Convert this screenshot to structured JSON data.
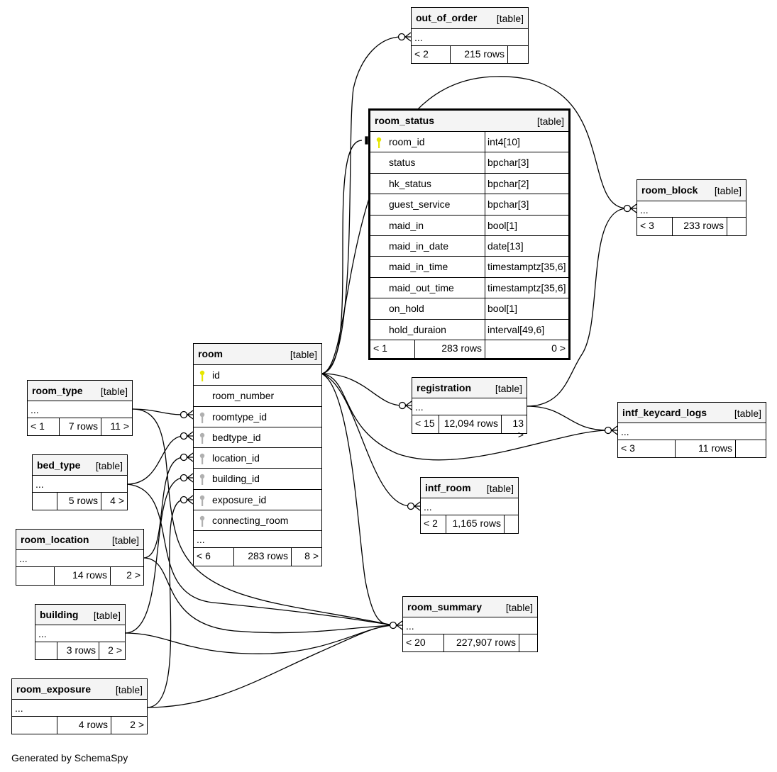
{
  "key_colors": {
    "primary_key": "#e6e600",
    "foreign_key": "#b0b0b0"
  },
  "tables": [
    {
      "id": "out_of_order",
      "name": "out_of_order",
      "kind": "[table]",
      "columns": [],
      "footer": {
        "parents": "< 2",
        "rows": "215 rows",
        "children": ""
      }
    },
    {
      "id": "room_status",
      "name": "room_status",
      "kind": "[table]",
      "focus": true,
      "columns": [
        {
          "name": "room_id",
          "type": "int4[10]",
          "key": "primary"
        },
        {
          "name": "status",
          "type": "bpchar[3]",
          "key": ""
        },
        {
          "name": "hk_status",
          "type": "bpchar[2]",
          "key": ""
        },
        {
          "name": "guest_service",
          "type": "bpchar[3]",
          "key": ""
        },
        {
          "name": "maid_in",
          "type": "bool[1]",
          "key": ""
        },
        {
          "name": "maid_in_date",
          "type": "date[13]",
          "key": ""
        },
        {
          "name": "maid_in_time",
          "type": "timestamptz[35,6]",
          "key": ""
        },
        {
          "name": "maid_out_time",
          "type": "timestamptz[35,6]",
          "key": ""
        },
        {
          "name": "on_hold",
          "type": "bool[1]",
          "key": ""
        },
        {
          "name": "hold_duraion",
          "type": "interval[49,6]",
          "key": ""
        }
      ],
      "footer": {
        "parents": "< 1",
        "rows": "283 rows",
        "children": "0 >"
      }
    },
    {
      "id": "room_block",
      "name": "room_block",
      "kind": "[table]",
      "columns": [],
      "footer": {
        "parents": "< 3",
        "rows": "233 rows",
        "children": ""
      }
    },
    {
      "id": "room",
      "name": "room",
      "kind": "[table]",
      "columns": [
        {
          "name": "id",
          "key": "primary"
        },
        {
          "name": "room_number",
          "key": ""
        },
        {
          "name": "roomtype_id",
          "key": "foreign"
        },
        {
          "name": "bedtype_id",
          "key": "foreign"
        },
        {
          "name": "location_id",
          "key": "foreign"
        },
        {
          "name": "building_id",
          "key": "foreign"
        },
        {
          "name": "exposure_id",
          "key": "foreign"
        },
        {
          "name": "connecting_room",
          "key": "foreign"
        }
      ],
      "more": "...",
      "footer": {
        "parents": "< 6",
        "rows": "283 rows",
        "children": "8 >"
      }
    },
    {
      "id": "registration",
      "name": "registration",
      "kind": "[table]",
      "columns": [],
      "footer": {
        "parents": "< 15",
        "rows": "12,094 rows",
        "children": "13 >"
      }
    },
    {
      "id": "intf_keycard_logs",
      "name": "intf_keycard_logs",
      "kind": "[table]",
      "columns": [],
      "footer": {
        "parents": "< 3",
        "rows": "11 rows",
        "children": ""
      }
    },
    {
      "id": "intf_room",
      "name": "intf_room",
      "kind": "[table]",
      "columns": [],
      "footer": {
        "parents": "< 2",
        "rows": "1,165 rows",
        "children": ""
      }
    },
    {
      "id": "room_summary",
      "name": "room_summary",
      "kind": "[table]",
      "columns": [],
      "footer": {
        "parents": "< 20",
        "rows": "227,907 rows",
        "children": ""
      }
    },
    {
      "id": "room_type",
      "name": "room_type",
      "kind": "[table]",
      "columns": [],
      "footer": {
        "parents": "< 1",
        "rows": "7 rows",
        "children": "11 >"
      }
    },
    {
      "id": "bed_type",
      "name": "bed_type",
      "kind": "[table]",
      "columns": [],
      "footer": {
        "parents": "",
        "rows": "5 rows",
        "children": "4 >"
      }
    },
    {
      "id": "room_location",
      "name": "room_location",
      "kind": "[table]",
      "columns": [],
      "footer": {
        "parents": "",
        "rows": "14 rows",
        "children": "2 >"
      }
    },
    {
      "id": "building",
      "name": "building",
      "kind": "[table]",
      "columns": [],
      "footer": {
        "parents": "",
        "rows": "3 rows",
        "children": "2 >"
      }
    },
    {
      "id": "room_exposure",
      "name": "room_exposure",
      "kind": "[table]",
      "columns": [],
      "footer": {
        "parents": "",
        "rows": "4 rows",
        "children": "2 >"
      }
    }
  ],
  "ellipsis": "...",
  "generated_by": "Generated by SchemaSpy"
}
